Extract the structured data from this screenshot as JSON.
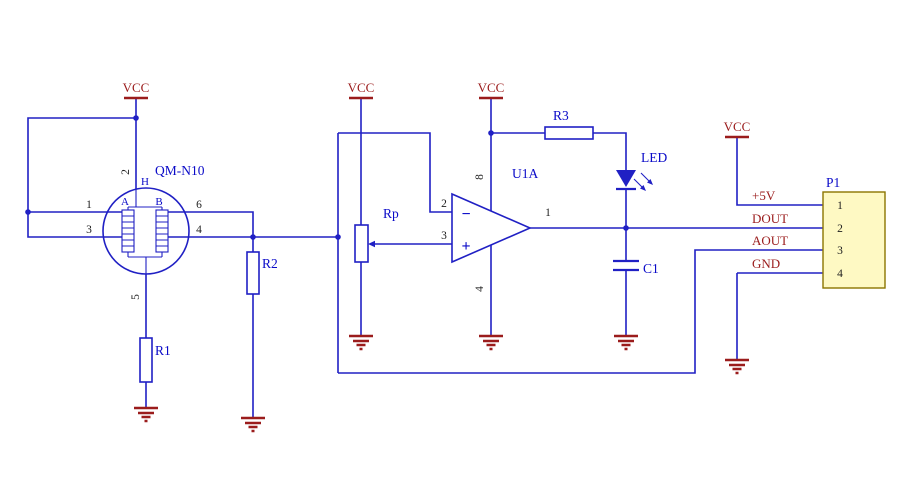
{
  "colors": {
    "wire": "#2020C4",
    "designator": "#0A0AC8",
    "net_label": "#9B1C1C",
    "ground": "#9B1C1C",
    "pin_number": "#1F1F1F",
    "connector_fill": "#FEF9C3",
    "connector_border": "#8B7500"
  },
  "power": {
    "vcc": "VCC"
  },
  "sensor": {
    "designator": "QM-N10",
    "labels": {
      "heater": "H",
      "electrode_a": "A",
      "electrode_b": "B"
    },
    "pins": {
      "p1": "1",
      "p2": "2",
      "p3": "3",
      "p4": "4",
      "p5": "5",
      "p6": "6"
    }
  },
  "resistors": {
    "r1": {
      "designator": "R1"
    },
    "r2": {
      "designator": "R2"
    },
    "r3": {
      "designator": "R3"
    }
  },
  "potentiometer": {
    "designator": "Rp"
  },
  "opamp": {
    "designator": "U1A",
    "minus": "−",
    "plus": "+",
    "pins": {
      "inverting": "2",
      "noninverting": "3",
      "output": "1",
      "power": "8",
      "ground": "4"
    }
  },
  "led": {
    "designator": "LED"
  },
  "capacitor": {
    "designator": "C1"
  },
  "connector": {
    "designator": "P1",
    "pins": [
      {
        "number": "1",
        "net": "+5V"
      },
      {
        "number": "2",
        "net": "DOUT"
      },
      {
        "number": "3",
        "net": "AOUT"
      },
      {
        "number": "4",
        "net": "GND"
      }
    ]
  }
}
